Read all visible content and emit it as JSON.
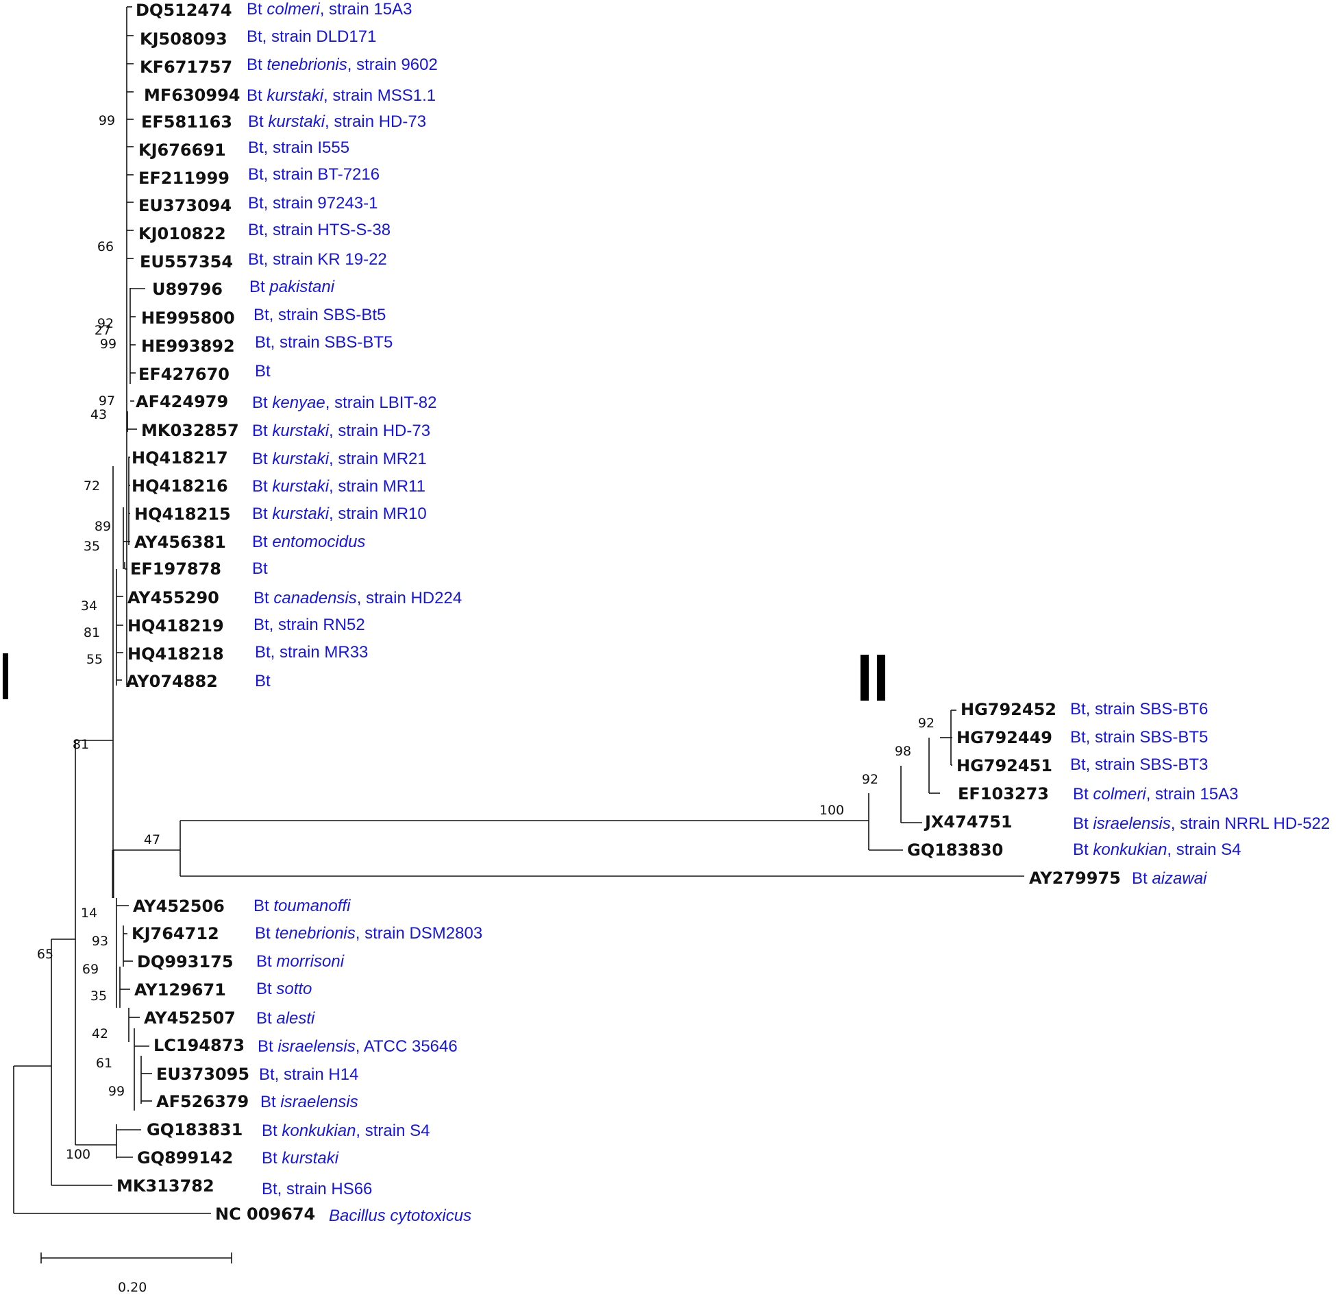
{
  "clades": {
    "I": "I",
    "II": "II"
  },
  "scale": {
    "label": "0.20"
  },
  "taxa": [
    {
      "acc": "DQ512474",
      "name": [
        [
          "Bt ",
          false
        ],
        [
          "colmeri",
          true
        ],
        [
          ", strain 15A3",
          false
        ]
      ]
    },
    {
      "acc": "KJ508093",
      "name": [
        [
          "Bt, strain DLD171",
          false
        ]
      ]
    },
    {
      "acc": "KF671757",
      "name": [
        [
          "Bt ",
          false
        ],
        [
          "tenebrionis",
          true
        ],
        [
          ", strain 9602",
          false
        ]
      ]
    },
    {
      "acc": "MF630994",
      "name": [
        [
          "Bt ",
          false
        ],
        [
          "kurstaki",
          true
        ],
        [
          ", strain MSS1.1",
          false
        ]
      ]
    },
    {
      "acc": "EF581163",
      "name": [
        [
          "Bt ",
          false
        ],
        [
          "kurstaki",
          true
        ],
        [
          ", strain HD-73",
          false
        ]
      ]
    },
    {
      "acc": "KJ676691",
      "name": [
        [
          "Bt, strain I555",
          false
        ]
      ]
    },
    {
      "acc": "EF211999",
      "name": [
        [
          "Bt, strain BT-7216",
          false
        ]
      ]
    },
    {
      "acc": "EU373094",
      "name": [
        [
          "Bt, strain 97243-1",
          false
        ]
      ]
    },
    {
      "acc": "KJ010822",
      "name": [
        [
          "Bt, strain HTS-S-38",
          false
        ]
      ]
    },
    {
      "acc": "EU557354",
      "name": [
        [
          "Bt, strain KR 19-22",
          false
        ]
      ]
    },
    {
      "acc": "U89796",
      "name": [
        [
          "Bt ",
          false
        ],
        [
          "pakistani",
          true
        ]
      ]
    },
    {
      "acc": "HE995800",
      "name": [
        [
          "Bt, strain SBS-Bt5",
          false
        ]
      ]
    },
    {
      "acc": "HE993892",
      "name": [
        [
          "Bt, strain SBS-BT5",
          false
        ]
      ]
    },
    {
      "acc": "EF427670",
      "name": [
        [
          "Bt",
          false
        ]
      ]
    },
    {
      "acc": "AF424979",
      "name": [
        [
          "Bt ",
          false
        ],
        [
          "kenyae",
          true
        ],
        [
          ", strain LBIT-82",
          false
        ]
      ]
    },
    {
      "acc": "MK032857",
      "name": [
        [
          "Bt ",
          false
        ],
        [
          "kurstaki",
          true
        ],
        [
          ", strain HD-73",
          false
        ]
      ]
    },
    {
      "acc": "HQ418217",
      "name": [
        [
          "Bt ",
          false
        ],
        [
          "kurstaki",
          true
        ],
        [
          ", strain MR21",
          false
        ]
      ]
    },
    {
      "acc": "HQ418216",
      "name": [
        [
          "Bt ",
          false
        ],
        [
          "kurstaki",
          true
        ],
        [
          ", strain MR11",
          false
        ]
      ]
    },
    {
      "acc": "HQ418215",
      "name": [
        [
          "Bt ",
          false
        ],
        [
          "kurstaki",
          true
        ],
        [
          ", strain MR10",
          false
        ]
      ]
    },
    {
      "acc": "AY456381",
      "name": [
        [
          "Bt ",
          false
        ],
        [
          "entomocidus",
          true
        ]
      ]
    },
    {
      "acc": "EF197878",
      "name": [
        [
          "Bt",
          false
        ]
      ]
    },
    {
      "acc": "AY455290",
      "name": [
        [
          "Bt ",
          false
        ],
        [
          "canadensis",
          true
        ],
        [
          ", strain HD224",
          false
        ]
      ]
    },
    {
      "acc": "HQ418219",
      "name": [
        [
          "Bt, strain RN52",
          false
        ]
      ]
    },
    {
      "acc": "HQ418218",
      "name": [
        [
          "Bt, strain MR33",
          false
        ]
      ]
    },
    {
      "acc": "AY074882",
      "name": [
        [
          "Bt",
          false
        ]
      ]
    },
    {
      "acc": "HG792452",
      "name": [
        [
          "Bt, strain SBS-BT6",
          false
        ]
      ]
    },
    {
      "acc": "HG792449",
      "name": [
        [
          "Bt, strain SBS-BT5",
          false
        ]
      ]
    },
    {
      "acc": "HG792451",
      "name": [
        [
          "Bt, strain SBS-BT3",
          false
        ]
      ]
    },
    {
      "acc": "EF103273",
      "name": [
        [
          "Bt ",
          false
        ],
        [
          "colmeri",
          true
        ],
        [
          ", strain 15A3",
          false
        ]
      ]
    },
    {
      "acc": "JX474751",
      "name": [
        [
          "Bt ",
          false
        ],
        [
          "israelensis",
          true
        ],
        [
          ", strain NRRL HD-522",
          false
        ]
      ]
    },
    {
      "acc": "GQ183830",
      "name": [
        [
          "Bt ",
          false
        ],
        [
          "konkukian",
          true
        ],
        [
          ", strain S4",
          false
        ]
      ]
    },
    {
      "acc": "AY279975",
      "name": [
        [
          "Bt ",
          false
        ],
        [
          "aizawai",
          true
        ]
      ]
    },
    {
      "acc": "AY452506",
      "name": [
        [
          "Bt ",
          false
        ],
        [
          "toumanoffi",
          true
        ]
      ]
    },
    {
      "acc": "KJ764712",
      "name": [
        [
          "Bt ",
          false
        ],
        [
          "tenebrionis",
          true
        ],
        [
          ", strain DSM2803",
          false
        ]
      ]
    },
    {
      "acc": "DQ993175",
      "name": [
        [
          "Bt ",
          false
        ],
        [
          "morrisoni",
          true
        ]
      ]
    },
    {
      "acc": "AY129671",
      "name": [
        [
          "Bt ",
          false
        ],
        [
          "sotto",
          true
        ]
      ]
    },
    {
      "acc": "AY452507",
      "name": [
        [
          "Bt ",
          false
        ],
        [
          "alesti",
          true
        ]
      ]
    },
    {
      "acc": "LC194873",
      "name": [
        [
          "Bt ",
          false
        ],
        [
          "israelensis",
          true
        ],
        [
          ", ATCC 35646",
          false
        ]
      ]
    },
    {
      "acc": "EU373095",
      "name": [
        [
          "Bt, strain H14",
          false
        ]
      ]
    },
    {
      "acc": "AF526379",
      "name": [
        [
          "Bt ",
          false
        ],
        [
          "israelensis",
          true
        ]
      ]
    },
    {
      "acc": "GQ183831",
      "name": [
        [
          "Bt ",
          false
        ],
        [
          "konkukian",
          true
        ],
        [
          ", strain S4",
          false
        ]
      ]
    },
    {
      "acc": "GQ899142",
      "name": [
        [
          "Bt ",
          false
        ],
        [
          "kurstaki",
          true
        ]
      ]
    },
    {
      "acc": "MK313782",
      "name": [
        [
          "Bt, strain HS66",
          false
        ]
      ]
    },
    {
      "acc": "NC 009674",
      "name": [
        [
          "Bacillus cytotoxicus",
          true
        ]
      ]
    }
  ],
  "bootstrap": [
    "99",
    "66",
    "92",
    "27",
    "99",
    "97",
    "43",
    "72",
    "89",
    "35",
    "34",
    "81",
    "55",
    "81",
    "47",
    "100",
    "92",
    "98",
    "92",
    "14",
    "93",
    "69",
    "35",
    "42",
    "61",
    "99",
    "65",
    "100"
  ]
}
